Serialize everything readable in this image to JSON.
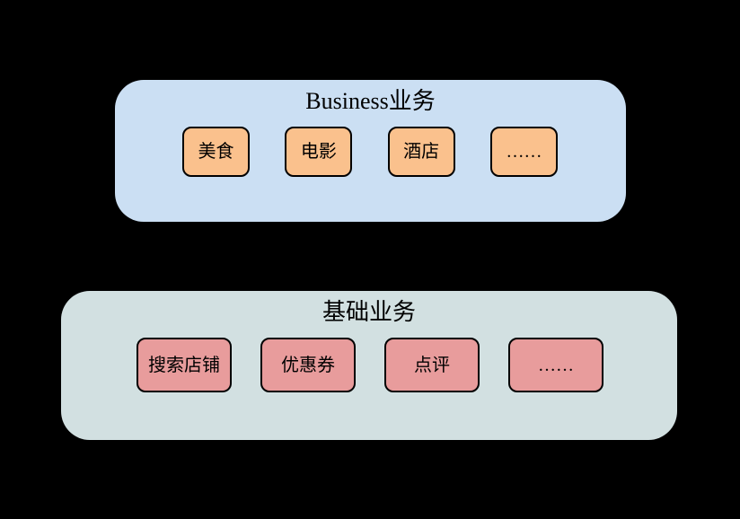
{
  "colors": {
    "background": "#000000",
    "panel-business-bg": "#CBDFF3",
    "panel-base-bg": "#D2E0E1",
    "node-business-bg": "#FAC18D",
    "node-base-bg": "#E89C9C",
    "node-border": "#000000",
    "text": "#000000"
  },
  "panels": [
    {
      "id": "business",
      "title": "Business业务",
      "items": [
        {
          "label": "美食"
        },
        {
          "label": "电影"
        },
        {
          "label": "酒店"
        },
        {
          "label": "……"
        }
      ]
    },
    {
      "id": "base",
      "title": "基础业务",
      "items": [
        {
          "label": "搜索店铺"
        },
        {
          "label": "优惠券"
        },
        {
          "label": "点评"
        },
        {
          "label": "……"
        }
      ]
    }
  ]
}
